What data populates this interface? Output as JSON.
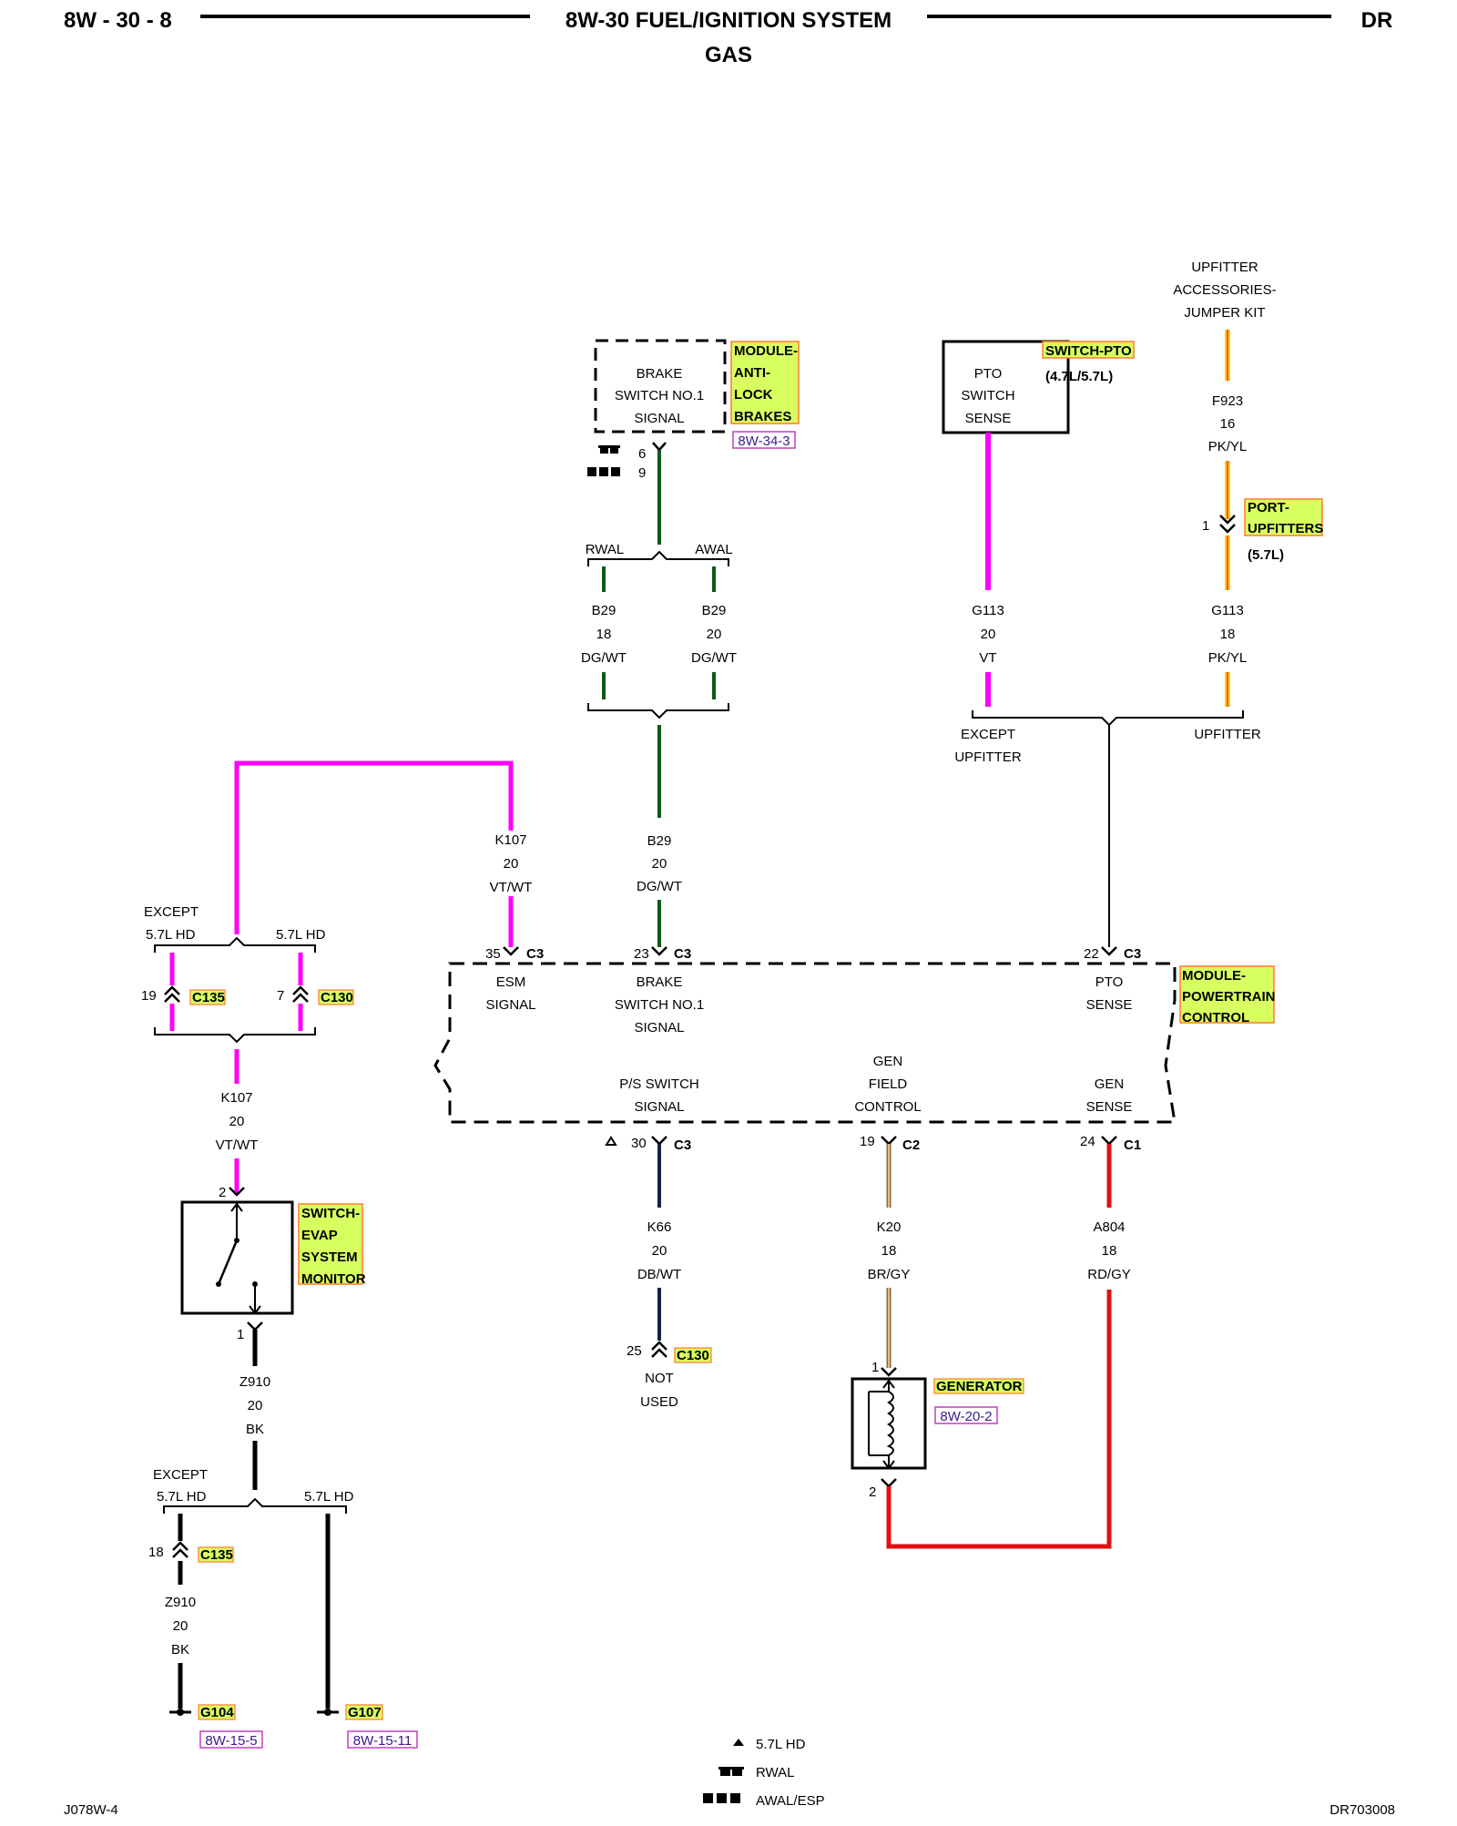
{
  "header": {
    "page_code": "8W - 30 - 8",
    "title": "8W-30 FUEL/IGNITION SYSTEM",
    "subtitle": "GAS",
    "model": "DR"
  },
  "footer": {
    "left_code": "J078W-4",
    "right_code": "DR703008"
  },
  "colors": {
    "wire_violet": "#ff00ff",
    "wire_dark_green": "#0f5a1a",
    "wire_pink_yellow_a": "#ffd000",
    "wire_pink_yellow_b": "#ff4a4a",
    "wire_dark_blue": "#15224a",
    "wire_brown_gray": "#8a6a3a",
    "wire_red": "#e01010",
    "wire_black": "#000000",
    "highlight": "#d8ff60",
    "highlight_border": "#ff7a2a",
    "ref_border": "#c040c0"
  },
  "components": {
    "abs_module": {
      "name_lines": [
        "MODULE-",
        "ANTI-",
        "LOCK",
        "BRAKES"
      ],
      "ref": "8W-34-3",
      "box_lines": [
        "BRAKE",
        "SWITCH NO.1",
        "SIGNAL"
      ],
      "pin_rwal": "6",
      "pin_awal": "9"
    },
    "pto_switch": {
      "name": "SWITCH-PTO",
      "variant": "(4.7L/5.7L)",
      "box_lines": [
        "PTO",
        "SWITCH",
        "SENSE"
      ]
    },
    "upfitter": {
      "lines": [
        "UPFITTER",
        "ACCESSORIES-",
        "JUMPER KIT"
      ]
    },
    "port_upfitters": {
      "name_lines": [
        "PORT-",
        "UPFITTERS"
      ],
      "variant": "(5.7L)",
      "pin": "1"
    },
    "pcm": {
      "name_lines": [
        "MODULE-",
        "POWERTRAIN",
        "CONTROL"
      ],
      "esm": [
        "ESM",
        "SIGNAL"
      ],
      "brake": [
        "BRAKE",
        "SWITCH NO.1",
        "SIGNAL"
      ],
      "pto": [
        "PTO",
        "SENSE"
      ],
      "ps": [
        "P/S SWITCH",
        "SIGNAL"
      ],
      "gen_field": [
        "GEN",
        "FIELD",
        "CONTROL"
      ],
      "gen_sense": [
        "GEN",
        "SENSE"
      ]
    },
    "evap_switch": {
      "name_lines": [
        "SWITCH-",
        "EVAP",
        "SYSTEM",
        "MONITOR"
      ],
      "pin_top": "2",
      "pin_bottom": "1"
    },
    "generator": {
      "name": "GENERATOR",
      "ref": "8W-20-2",
      "pin_top": "1",
      "pin_bottom": "2"
    }
  },
  "wires": {
    "b29_rwal": [
      "B29",
      "18",
      "DG/WT"
    ],
    "b29_awal": [
      "B29",
      "20",
      "DG/WT"
    ],
    "b29_main": [
      "B29",
      "20",
      "DG/WT"
    ],
    "g113_vt": [
      "G113",
      "20",
      "VT"
    ],
    "g113_pk": [
      "G113",
      "18",
      "PK/YL"
    ],
    "f923": [
      "F923",
      "16",
      "PK/YL"
    ],
    "k107_top": [
      "K107",
      "20",
      "VT/WT"
    ],
    "k107_bottom": [
      "K107",
      "20",
      "VT/WT"
    ],
    "k66": [
      "K66",
      "20",
      "DB/WT"
    ],
    "k20": [
      "K20",
      "18",
      "BR/GY"
    ],
    "a804": [
      "A804",
      "18",
      "RD/GY"
    ],
    "z910_top": [
      "Z910",
      "20",
      "BK"
    ],
    "z910_bottom": [
      "Z910",
      "20",
      "BK"
    ]
  },
  "splices": {
    "rwal": "RWAL",
    "awal": "AWAL",
    "except_upfitter": [
      "EXCEPT",
      "UPFITTER"
    ],
    "upfitter": "UPFITTER",
    "except_hd_top": [
      "EXCEPT",
      "5.7L HD"
    ],
    "hd_top": "5.7L HD",
    "except_hd_bottom": [
      "EXCEPT",
      "5.7L HD"
    ],
    "hd_bottom": "5.7L HD"
  },
  "connectors": {
    "pcm_esm": {
      "pin": "35",
      "name": "C3"
    },
    "pcm_brake": {
      "pin": "23",
      "name": "C3"
    },
    "pcm_pto": {
      "pin": "22",
      "name": "C3"
    },
    "pcm_ps": {
      "pin": "30",
      "name": "C3"
    },
    "pcm_field": {
      "pin": "19",
      "name": "C2"
    },
    "pcm_sense": {
      "pin": "24",
      "name": "C1"
    },
    "c135_top": {
      "pin": "19",
      "name": "C135"
    },
    "c130_top": {
      "pin": "7",
      "name": "C130"
    },
    "c130_bottom": {
      "pin": "25",
      "name": "C130"
    },
    "c135_bottom": {
      "pin": "18",
      "name": "C135"
    }
  },
  "not_used": [
    "NOT",
    "USED"
  ],
  "grounds": {
    "g104": {
      "name": "G104",
      "ref": "8W-15-5"
    },
    "g107": {
      "name": "G107",
      "ref": "8W-15-11"
    }
  },
  "legend": {
    "triangle": "5.7L HD",
    "rwal": "RWAL",
    "awal_esp": "AWAL/ESP"
  }
}
